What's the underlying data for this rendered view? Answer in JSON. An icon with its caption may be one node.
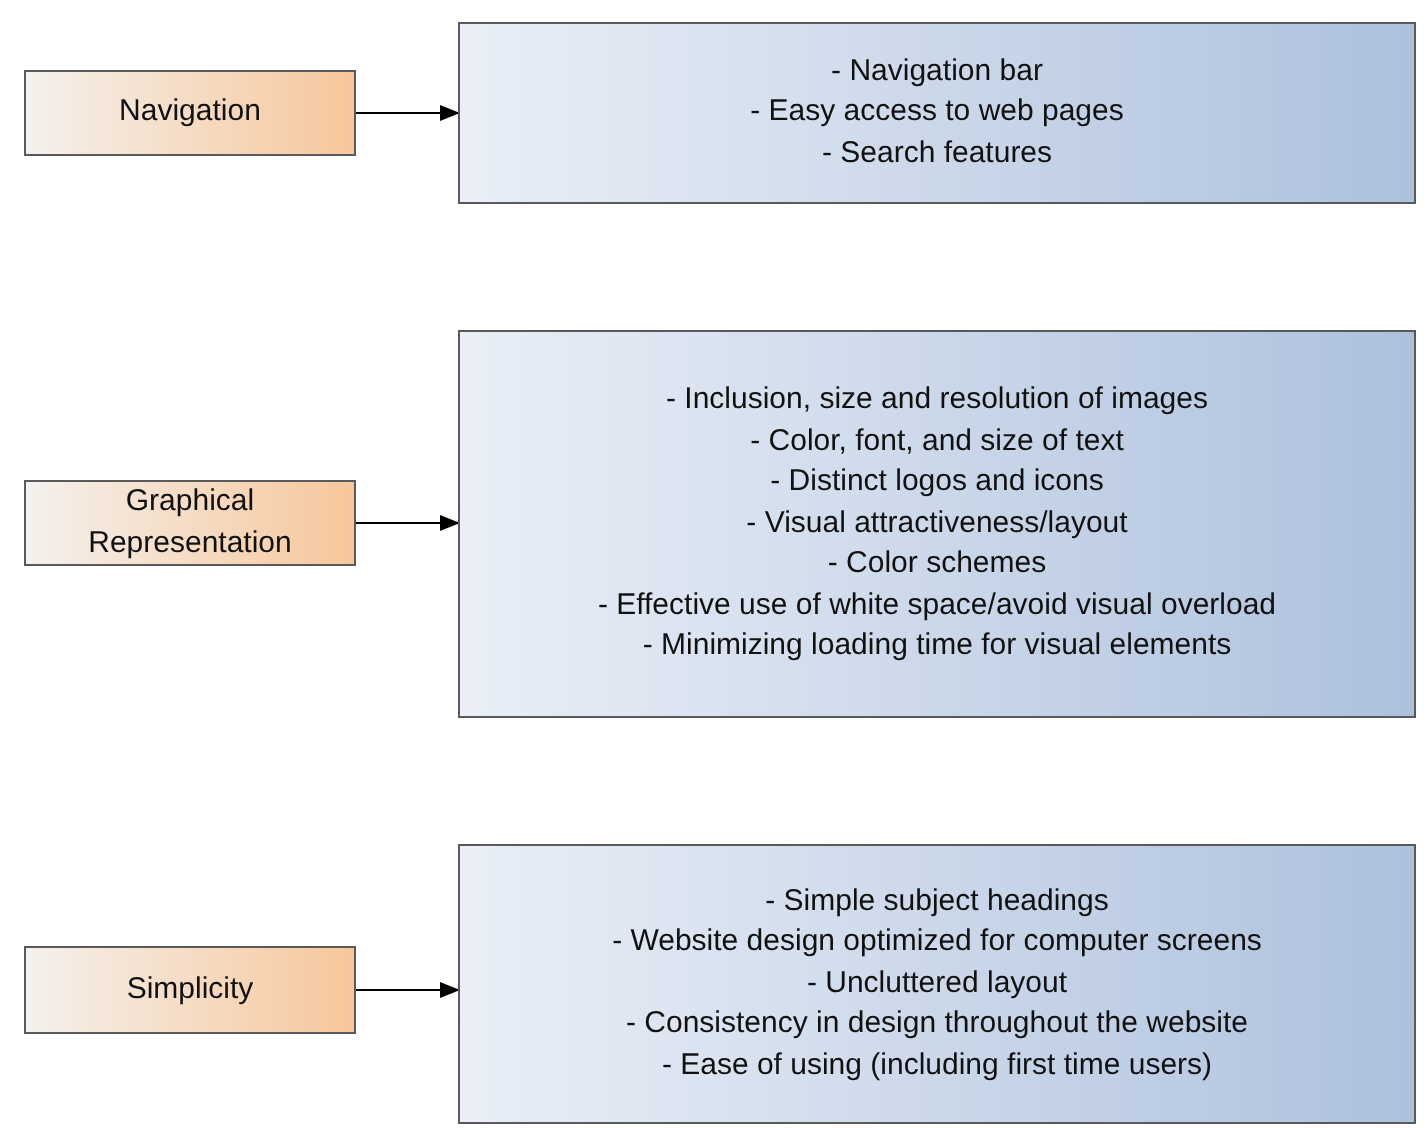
{
  "diagram": {
    "nodes": [
      {
        "text": [
          "Navigation"
        ]
      },
      {
        "text": [
          "- Navigation bar",
          "- Easy access to web pages",
          "- Search features"
        ]
      },
      {
        "text": [
          "Graphical Representation"
        ]
      },
      {
        "text": [
          "- Inclusion, size and resolution of images",
          "- Color, font, and size of text",
          "- Distinct logos and icons",
          "- Visual attractiveness/layout",
          "- Color schemes",
          "- Effective use of white space/avoid visual overload",
          "- Minimizing loading time for visual elements"
        ]
      },
      {
        "text": [
          "Simplicity"
        ]
      },
      {
        "text": [
          "- Simple subject headings",
          "- Website design optimized for computer screens",
          "- Uncluttered layout",
          "- Consistency in design throughout the website",
          "- Ease of using (including first time users)"
        ]
      }
    ],
    "edges": [
      {
        "from": 0,
        "to": 1,
        "arrow": "to"
      },
      {
        "from": 2,
        "to": 3,
        "arrow": "to"
      },
      {
        "from": 4,
        "to": 5,
        "arrow": "to"
      }
    ]
  }
}
